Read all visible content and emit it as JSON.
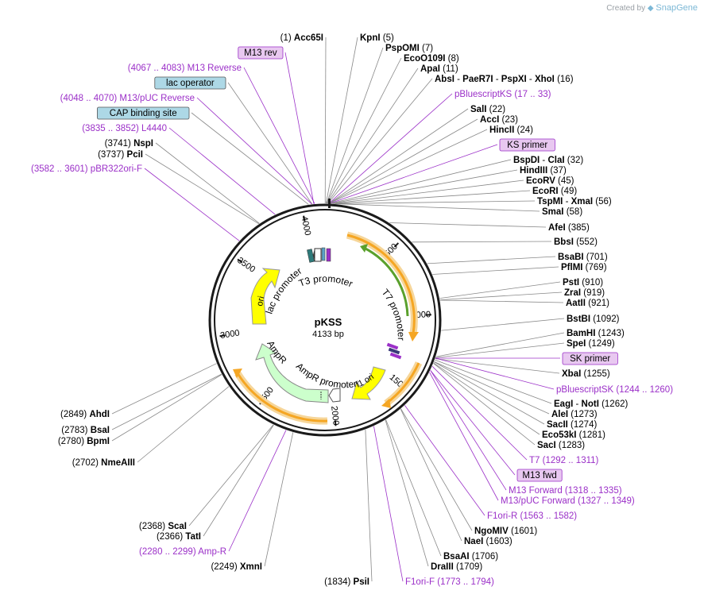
{
  "brand": {
    "created_by": "Created by",
    "name": "SnapGene"
  },
  "plasmid": {
    "name": "pKSS",
    "length": "4133 bp",
    "total_bp": 4133
  },
  "colors": {
    "backbone": "#1a1a1a",
    "enzyme_text": "#000000",
    "primer": "#9b30c8",
    "primer_box_fill": "#e8c8f0",
    "feature_box_fill": "#add8e6",
    "ori": "#ffff00",
    "ampr": "#ccffcc",
    "orange": "#ffa500",
    "green": "#5aa02c"
  },
  "ticks": [
    {
      "bp": 500,
      "label": "500"
    },
    {
      "bp": 1000,
      "label": "1000"
    },
    {
      "bp": 1500,
      "label": "1500"
    },
    {
      "bp": 2000,
      "label": "2000"
    },
    {
      "bp": 2500,
      "label": "2500"
    },
    {
      "bp": 3000,
      "label": "3000"
    },
    {
      "bp": 3500,
      "label": "3500"
    },
    {
      "bp": 4000,
      "label": "4000"
    }
  ],
  "inner_labels": [
    {
      "text": "lac promoter"
    },
    {
      "text": "T3 promoter"
    },
    {
      "text": "T7 promoter"
    },
    {
      "text": "AmpR promoter"
    },
    {
      "text": "AmpR"
    },
    {
      "text": "ori"
    },
    {
      "text": "f1 ori"
    }
  ],
  "right_labels": [
    {
      "parts": [
        {
          "t": "KpnI",
          "b": true
        },
        {
          "t": "  (5)"
        }
      ]
    },
    {
      "parts": [
        {
          "t": "PspOMI",
          "b": true
        },
        {
          "t": "  (7)"
        }
      ]
    },
    {
      "parts": [
        {
          "t": "EcoO109I",
          "b": true
        },
        {
          "t": "  (8)"
        }
      ]
    },
    {
      "parts": [
        {
          "t": "ApaI",
          "b": true
        },
        {
          "t": "  (11)"
        }
      ]
    },
    {
      "parts": [
        {
          "t": "AbsI",
          "b": true
        },
        {
          "t": "  - "
        },
        {
          "t": "PaeR7I",
          "b": true
        },
        {
          "t": "  - "
        },
        {
          "t": "PspXI",
          "b": true
        },
        {
          "t": "  - "
        },
        {
          "t": "XhoI",
          "b": true
        },
        {
          "t": "  (16)"
        }
      ]
    },
    {
      "parts": [
        {
          "t": "pBluescriptKS   (17 .. 33)",
          "p": true
        }
      ]
    },
    {
      "parts": [
        {
          "t": "SalI",
          "b": true
        },
        {
          "t": "  (22)"
        }
      ]
    },
    {
      "parts": [
        {
          "t": "AccI",
          "b": true
        },
        {
          "t": "  (23)"
        }
      ]
    },
    {
      "parts": [
        {
          "t": "HincII",
          "b": true
        },
        {
          "t": "  (24)"
        }
      ]
    },
    {
      "box": "primer",
      "parts": [
        {
          "t": "KS primer"
        }
      ]
    },
    {
      "parts": [
        {
          "t": "BspDI",
          "b": true
        },
        {
          "t": "  - "
        },
        {
          "t": "ClaI",
          "b": true
        },
        {
          "t": "  (32)"
        }
      ]
    },
    {
      "parts": [
        {
          "t": "HindIII",
          "b": true
        },
        {
          "t": "  (37)"
        }
      ]
    },
    {
      "parts": [
        {
          "t": "EcoRV",
          "b": true
        },
        {
          "t": "  (45)"
        }
      ]
    },
    {
      "parts": [
        {
          "t": "EcoRI",
          "b": true
        },
        {
          "t": "  (49)"
        }
      ]
    },
    {
      "parts": [
        {
          "t": "TspMI",
          "b": true
        },
        {
          "t": "  - "
        },
        {
          "t": "XmaI",
          "b": true
        },
        {
          "t": "  (56)"
        }
      ]
    },
    {
      "parts": [
        {
          "t": "SmaI",
          "b": true
        },
        {
          "t": "  (58)"
        }
      ]
    },
    {
      "parts": [
        {
          "t": "AfeI",
          "b": true
        },
        {
          "t": "  (385)"
        }
      ]
    },
    {
      "parts": [
        {
          "t": "BbsI",
          "b": true
        },
        {
          "t": "  (552)"
        }
      ]
    },
    {
      "parts": [
        {
          "t": "BsaBI",
          "b": true
        },
        {
          "t": "  (701)"
        }
      ]
    },
    {
      "parts": [
        {
          "t": "PflMI",
          "b": true
        },
        {
          "t": "  (769)"
        }
      ]
    },
    {
      "parts": [
        {
          "t": "PstI",
          "b": true
        },
        {
          "t": "  (910)"
        }
      ]
    },
    {
      "parts": [
        {
          "t": "ZraI",
          "b": true
        },
        {
          "t": "  (919)"
        }
      ]
    },
    {
      "parts": [
        {
          "t": "AatII",
          "b": true
        },
        {
          "t": "  (921)"
        }
      ]
    },
    {
      "parts": [
        {
          "t": "BstBI",
          "b": true
        },
        {
          "t": "  (1092)"
        }
      ]
    },
    {
      "parts": [
        {
          "t": "BamHI",
          "b": true
        },
        {
          "t": "  (1243)"
        }
      ]
    },
    {
      "parts": [
        {
          "t": "SpeI",
          "b": true
        },
        {
          "t": "  (1249)"
        }
      ]
    },
    {
      "box": "primer",
      "parts": [
        {
          "t": "SK primer"
        }
      ]
    },
    {
      "parts": [
        {
          "t": "XbaI",
          "b": true
        },
        {
          "t": "  (1255)"
        }
      ]
    },
    {
      "parts": [
        {
          "t": "pBluescriptSK   (1244 .. 1260)",
          "p": true
        }
      ]
    },
    {
      "parts": [
        {
          "t": "EagI",
          "b": true
        },
        {
          "t": "  - "
        },
        {
          "t": "NotI",
          "b": true
        },
        {
          "t": "  (1262)"
        }
      ]
    },
    {
      "parts": [
        {
          "t": "AleI",
          "b": true
        },
        {
          "t": "  (1273)"
        }
      ]
    },
    {
      "parts": [
        {
          "t": "SacII",
          "b": true
        },
        {
          "t": "  (1274)"
        }
      ]
    },
    {
      "parts": [
        {
          "t": "Eco53kI",
          "b": true
        },
        {
          "t": "  (1281)"
        }
      ]
    },
    {
      "parts": [
        {
          "t": "SacI",
          "b": true
        },
        {
          "t": "  (1283)"
        }
      ]
    },
    {
      "parts": [
        {
          "t": "T7   (1292 .. 1311)",
          "p": true
        }
      ]
    },
    {
      "box": "primer",
      "parts": [
        {
          "t": "M13 fwd"
        }
      ]
    },
    {
      "parts": [
        {
          "t": "M13 Forward   (1318 .. 1335)",
          "p": true
        }
      ]
    },
    {
      "parts": [
        {
          "t": "M13/pUC Forward   (1327 .. 1349)",
          "p": true
        }
      ]
    },
    {
      "parts": [
        {
          "t": "F1ori-R   (1563 .. 1582)",
          "p": true
        }
      ]
    },
    {
      "parts": [
        {
          "t": "NgoMIV",
          "b": true
        },
        {
          "t": "  (1601)"
        }
      ]
    },
    {
      "parts": [
        {
          "t": "NaeI",
          "b": true
        },
        {
          "t": "  (1603)"
        }
      ]
    },
    {
      "parts": [
        {
          "t": "BsaAI",
          "b": true
        },
        {
          "t": "  (1706)"
        }
      ]
    },
    {
      "parts": [
        {
          "t": "DraIII",
          "b": true
        },
        {
          "t": "  (1709)"
        }
      ]
    },
    {
      "parts": [
        {
          "t": "F1ori-F   (1773 .. 1794)",
          "p": true
        }
      ]
    }
  ],
  "left_labels": [
    {
      "parts": [
        {
          "t": "(1)  "
        },
        {
          "t": "Acc65I",
          "b": true
        }
      ]
    },
    {
      "box": "primer",
      "parts": [
        {
          "t": "M13 rev"
        }
      ]
    },
    {
      "parts": [
        {
          "t": "(4067 .. 4083)  M13 Reverse",
          "p": true
        }
      ]
    },
    {
      "box": "feature",
      "parts": [
        {
          "t": "lac operator"
        }
      ]
    },
    {
      "parts": [
        {
          "t": "(4048 .. 4070)  M13/pUC Reverse",
          "p": true
        }
      ]
    },
    {
      "box": "feature",
      "parts": [
        {
          "t": "CAP binding site"
        }
      ]
    },
    {
      "parts": [
        {
          "t": "(3835 .. 3852)  L4440",
          "p": true
        }
      ]
    },
    {
      "parts": [
        {
          "t": "(3741)  "
        },
        {
          "t": "NspI",
          "b": true
        }
      ]
    },
    {
      "parts": [
        {
          "t": "(3737)  "
        },
        {
          "t": "PciI",
          "b": true
        }
      ]
    },
    {
      "parts": [
        {
          "t": "(3582 .. 3601)  pBR322ori-F",
          "p": true
        }
      ]
    },
    {
      "parts": [
        {
          "t": "(2849)  "
        },
        {
          "t": "AhdI",
          "b": true
        }
      ]
    },
    {
      "parts": [
        {
          "t": "(2783)  "
        },
        {
          "t": "BsaI",
          "b": true
        }
      ]
    },
    {
      "parts": [
        {
          "t": "(2780)  "
        },
        {
          "t": "BpmI",
          "b": true
        }
      ]
    },
    {
      "parts": [
        {
          "t": "(2702)  "
        },
        {
          "t": "NmeAIII",
          "b": true
        }
      ]
    },
    {
      "parts": [
        {
          "t": "(2368)  "
        },
        {
          "t": "ScaI",
          "b": true
        }
      ]
    },
    {
      "parts": [
        {
          "t": "(2366)  "
        },
        {
          "t": "TatI",
          "b": true
        }
      ]
    },
    {
      "parts": [
        {
          "t": "(2280 .. 2299)  Amp-R",
          "p": true
        }
      ]
    },
    {
      "parts": [
        {
          "t": "(2249)  "
        },
        {
          "t": "XmnI",
          "b": true
        }
      ]
    },
    {
      "parts": [
        {
          "t": "(1834)  "
        },
        {
          "t": "PsiI",
          "b": true
        }
      ]
    }
  ]
}
